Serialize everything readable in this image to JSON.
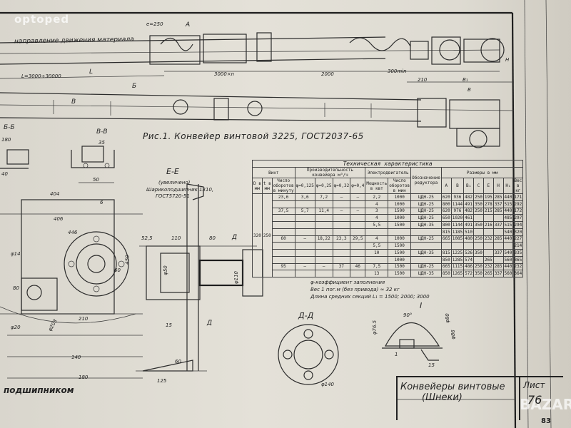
{
  "watermark": "optoped",
  "watermark_bottom": "BAZAR",
  "page_number": "83",
  "top_drawing": {
    "dim_e250": "e=250",
    "section_A": "A",
    "direction_text": "направление движения материала",
    "dim_L": "L",
    "dim_L_range": "L=3000÷30000",
    "dim_3000xn": "3000×n",
    "dim_2000": "2000",
    "dim_300min": "300min",
    "dim_210": "210",
    "dim_B1": "B₁",
    "dim_B": "B",
    "dim_H": "H"
  },
  "second_drawing": {
    "section_B_label": "Б",
    "section_V_label": "В"
  },
  "caption": "Рис.1. Конвейер винтовой 3225, ГОСТ2037-65",
  "section_BB": {
    "label": "Б-Б",
    "dim_180": "180",
    "dim_40": "40"
  },
  "section_VV": {
    "label": "В-В",
    "dim_35": "35",
    "dim_50": "50"
  },
  "left_view": {
    "dims": [
      "404",
      "406",
      "446",
      "210",
      "140",
      "180",
      "80",
      "60",
      "450",
      "6",
      "φ14",
      "φ203",
      "φ20"
    ],
    "bottom_text": "подшипником"
  },
  "section_EE": {
    "label": "Е-Е",
    "sub": "(увеличено)",
    "bearing": "Шарикоподшипник 1310,",
    "gost": "ГОСТ5720-51",
    "dims": [
      "52,5",
      "110",
      "80",
      "15",
      "60",
      "125",
      "φ110",
      "φ50",
      "Д",
      "Д"
    ]
  },
  "section_DD": {
    "label": "Д-Д",
    "dim": "φ140"
  },
  "section_I": {
    "label": "I",
    "dims": [
      "90°",
      "φ80",
      "φ76.5",
      "15",
      "1",
      "φ86"
    ]
  },
  "tech_table": {
    "title": "Техническая характеристика",
    "col_screw": "Винт",
    "col_D": "D в мм",
    "col_t": "t в мм",
    "col_rpm": "Число оборотов в минуту",
    "col_capacity": "Производительность конвейера м³/ч",
    "phi_headers": [
      "φ=0,125",
      "φ=0,25",
      "φ=0,32",
      "φ=0,4"
    ],
    "col_motor": "Электродвигатель",
    "col_power": "Мощность в квт",
    "col_motor_rpm": "Число оборотов в мин",
    "col_reducer": "Обозначение редуктора",
    "col_sizes": "Размеры в мм",
    "size_headers": [
      "А",
      "В",
      "В₁",
      "С",
      "Е",
      "Н",
      "Н₁",
      "Вес в кг"
    ],
    "D_value": "320",
    "t_value": "250",
    "rows": [
      [
        "23,6",
        "3,6",
        "7,2",
        "—",
        "—",
        "2,2",
        "1000",
        "ЦДН-25",
        "620",
        "936",
        "482",
        "250",
        "195",
        "285",
        "440",
        "171"
      ],
      [
        "",
        "",
        "",
        "",
        "",
        "4",
        "1000",
        "ЦДН-25",
        "800",
        "1144",
        "491",
        "350",
        "278",
        "337",
        "515",
        "292"
      ],
      [
        "37,5",
        "5,7",
        "11,4",
        "—",
        "—",
        "3",
        "1500",
        "ЦДН-25",
        "620",
        "976",
        "482",
        "250",
        "215",
        "285",
        "440",
        "172"
      ],
      [
        "",
        "",
        "",
        "",
        "",
        "4",
        "1000",
        "ЦДН-25",
        "650",
        "1020",
        "461",
        "",
        "",
        "",
        "485",
        "297"
      ],
      [
        "",
        "",
        "",
        "",
        "",
        "5,5",
        "1500",
        "ЦДН-35",
        "800",
        "1144",
        "491",
        "350",
        "216",
        "337",
        "515",
        "294"
      ],
      [
        "",
        "",
        "",
        "",
        "",
        "",
        "",
        "",
        "815",
        "1185",
        "510",
        "",
        "",
        "",
        "540",
        "320"
      ],
      [
        "60",
        "—",
        "18,22",
        "23,3",
        "29,5",
        "4",
        "1000",
        "ЦДН-25",
        "665",
        "1085",
        "480",
        "250",
        "232",
        "285",
        "440",
        "227"
      ],
      [
        "",
        "",
        "",
        "",
        "",
        "5,5",
        "1500",
        "",
        "",
        "",
        "",
        "",
        "",
        "",
        "",
        "214"
      ],
      [
        "",
        "",
        "",
        "",
        "",
        "10",
        "1500",
        "ЦДН-35",
        "815",
        "1225",
        "526",
        "350",
        "",
        "337",
        "540",
        "335"
      ],
      [
        "",
        "",
        "",
        "",
        "",
        "",
        "1000",
        "",
        "850",
        "1285",
        "574",
        "",
        "265",
        "",
        "560",
        "365"
      ],
      [
        "95",
        "—",
        "—",
        "37",
        "46",
        "7,5",
        "1500",
        "ЦДН-25",
        "665",
        "1115",
        "486",
        "250",
        "232",
        "285",
        "440",
        "232"
      ],
      [
        "",
        "",
        "",
        "",
        "",
        "13",
        "1500",
        "ЦДН-35",
        "850",
        "1265",
        "572",
        "350",
        "265",
        "337",
        "560",
        "364"
      ]
    ],
    "footnote1": "φ-коэффициент заполнения",
    "footnote2": "Вес 1 пог.м (без привода) ≈ 32 кг",
    "footnote3": "Длина средних секций L₁ = 1500; 2000; 3000"
  },
  "title_block": {
    "name_line1": "Конвейеры винтовые",
    "name_line2": "(Шнеки)",
    "sheet_label": "Лист",
    "sheet_number": "76"
  }
}
